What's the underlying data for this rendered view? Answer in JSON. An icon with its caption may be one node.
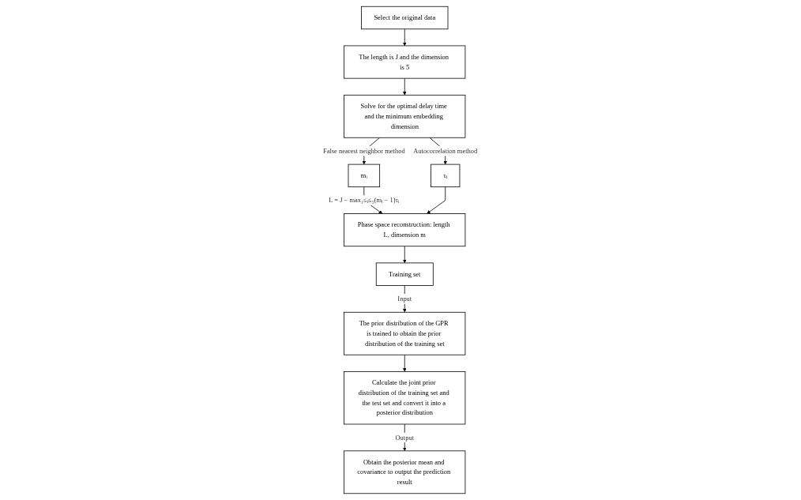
{
  "diagram": {
    "nodes": [
      {
        "text": [
          "Select the original data"
        ]
      },
      {
        "text": [
          "The length is J and the dimension is 5"
        ]
      },
      {
        "text": [
          "Solve for the optimal delay time and the minimum embedding dimension"
        ]
      },
      {
        "text": [
          "mᵢ"
        ]
      },
      {
        "text": [
          "τᵢ"
        ]
      },
      {
        "text": [
          "Phase space reconstruction: length L, dimension m"
        ]
      },
      {
        "text": [
          "Training set"
        ]
      },
      {
        "text": [
          "The prior distribution of the GPR is trained to obtain the prior distribution of the training set"
        ]
      },
      {
        "text": [
          "Calculate the joint prior distribution of the training set and the test set and convert it into a posterior distribution"
        ]
      },
      {
        "text": [
          "Obtain the posterior mean and covariance to output the prediction result"
        ]
      }
    ],
    "edges": [
      {
        "from": 0,
        "to": 1,
        "arrow": "to"
      },
      {
        "from": 1,
        "to": 2,
        "arrow": "to"
      },
      {
        "from": 2,
        "to": 3,
        "arrow": "to",
        "label": "False nearest neighbor method"
      },
      {
        "from": 2,
        "to": 4,
        "arrow": "to",
        "label": "Autocorrelation method"
      },
      {
        "from": 3,
        "to": 5,
        "arrow": "to",
        "label": "L = J − max₁≤ᵢ≤₅(mᵢ − 1)τᵢ"
      },
      {
        "from": 4,
        "to": 5,
        "arrow": "to"
      },
      {
        "from": 5,
        "to": 6,
        "arrow": "to"
      },
      {
        "from": 6,
        "to": 7,
        "arrow": "to",
        "label": "Input"
      },
      {
        "from": 7,
        "to": 8,
        "arrow": "to"
      },
      {
        "from": 8,
        "to": 9,
        "arrow": "to",
        "label": "Output"
      }
    ]
  }
}
